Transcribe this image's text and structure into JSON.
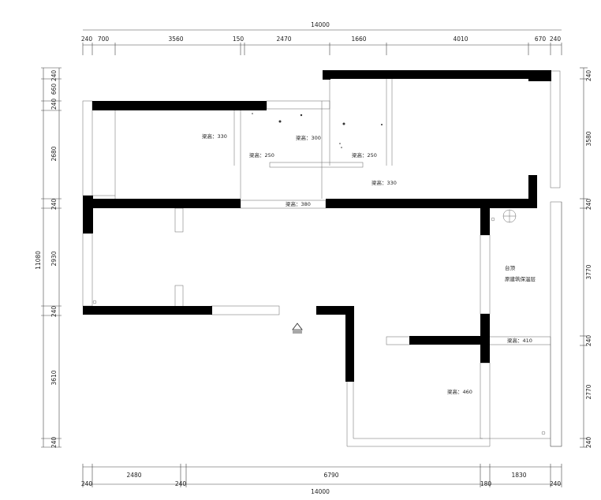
{
  "dimensions": {
    "top_total": "14000",
    "top_segments": [
      "240",
      "700",
      "3560",
      "150",
      "2470",
      "1660",
      "4010",
      "670",
      "240"
    ],
    "bottom_segments": [
      "240",
      "2480",
      "240",
      "6790",
      "180",
      "1830",
      "240"
    ],
    "bottom_total": "14000",
    "left_segments": [
      "240",
      "660",
      "240",
      "2680",
      "240",
      "2930",
      "240",
      "3610",
      "240"
    ],
    "left_total": "11080",
    "right_segments": [
      "240",
      "3580",
      "240",
      "3770",
      "240",
      "2770",
      "240"
    ]
  },
  "beam_labels": [
    "梁高：330",
    "梁高：300",
    "梁高：250",
    "梁高：250",
    "梁高：330",
    "梁高：380",
    "梁高：410",
    "梁高：460"
  ],
  "notes": {
    "line1": "台顶",
    "line2": "原建筑保温层"
  },
  "colors": {
    "wall": "#000000",
    "line": "#444444"
  }
}
